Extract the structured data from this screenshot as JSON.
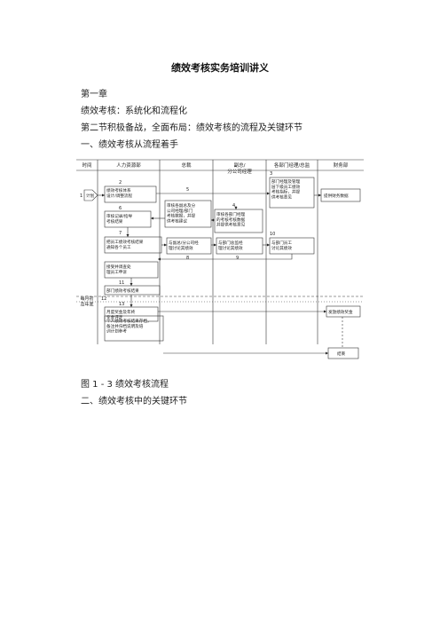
{
  "document": {
    "title": "绩效考核实务培训讲义",
    "chapter": "第一章",
    "subtitle": "绩效考核：系统化和流程化",
    "section": "第二节积极备战，全面布局：绩效考核的流程及关键环节",
    "heading1": "一、绩效考核从流程着手",
    "figure_caption": "图 1 - 3 绩效考核流程",
    "heading2": "二、绩效考核中的关键环节"
  },
  "flowchart": {
    "lanes": [
      "时间",
      "人力资源部",
      "总裁",
      "副总/\n分公司经理",
      "各部门经理/总监",
      "财务部"
    ],
    "time_labels": [
      "每月初\n及年底"
    ],
    "nodes": [
      {
        "id": "start",
        "text": "计划"
      },
      {
        "id": "n2",
        "num": "2",
        "text": "绩效考核体系\n设计/调整流程"
      },
      {
        "id": "n3",
        "num": "3",
        "text": "部门经理及管理\n层下级员工绩效\n考核指标，并提\n供考核意见"
      },
      {
        "id": "fin1",
        "text": "提供财务数据"
      },
      {
        "id": "n5",
        "num": "5",
        "text": ""
      },
      {
        "id": "n6",
        "num": "6",
        "text": "审核记录/指导\n考核结果"
      },
      {
        "id": "n_pres",
        "text": "审核各副总及分\n公司经理/部门\n考核数据，并提\n供考核建议"
      },
      {
        "id": "n4",
        "num": "4",
        "text": "审核各部门经理\n的考核考核数据\n并提供考核意见"
      },
      {
        "id": "n7",
        "num": "7",
        "text": "把员工绩效考核结果\n通知各个员工"
      },
      {
        "id": "n8",
        "num": "8",
        "text": "与副总/分公司经\n理讨论其绩效"
      },
      {
        "id": "n9",
        "num": "9",
        "text": "与部门总监经\n理讨论其绩效"
      },
      {
        "id": "n10",
        "num": "10",
        "text": "与部门员工\n讨论其绩效"
      },
      {
        "id": "n_appeal",
        "text": "接受并调查处\n理员工申诉"
      },
      {
        "id": "n11",
        "num": "11",
        "text": "部门绩效考核结果"
      },
      {
        "id": "n12",
        "num": "12",
        "text": ""
      },
      {
        "id": "n13",
        "num": "13",
        "text": "月度奖金及年终\n奖金评定"
      },
      {
        "id": "fin2",
        "text": "发放绩效奖金"
      },
      {
        "id": "n_file",
        "text": "个人绩效考核结果存档，\n备注并归档说明及培\n训计划参考"
      },
      {
        "id": "end",
        "text": "结束"
      }
    ]
  }
}
